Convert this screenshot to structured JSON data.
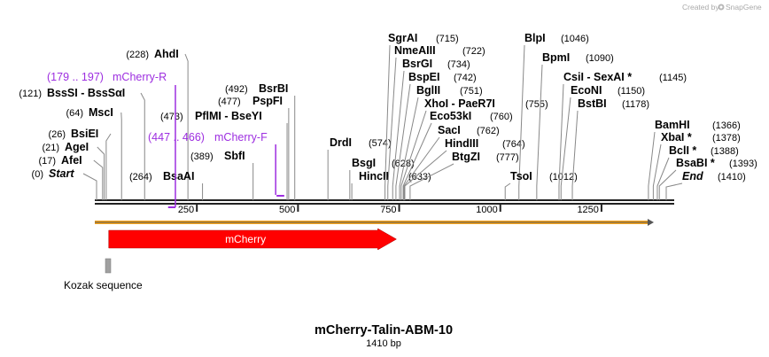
{
  "credit": {
    "prefix": "Created by",
    "brand": "SnapGene"
  },
  "plasmid": {
    "name": "mCherry-Talin-ABM-10",
    "length_label": "1410 bp",
    "length": 1410
  },
  "ruler": {
    "ticks": [
      250,
      500,
      750,
      1000,
      1250
    ]
  },
  "left_sites": [
    {
      "name": "Start",
      "pos": "(0)",
      "bp": 0,
      "italic": true
    },
    {
      "name": "AfeI",
      "pos": "(17)",
      "bp": 17
    },
    {
      "name": "AgeI",
      "pos": "(21)",
      "bp": 21
    },
    {
      "name": "BsiEI",
      "pos": "(26)",
      "bp": 26
    },
    {
      "name": "MscI",
      "pos": "(64)",
      "bp": 64
    },
    {
      "name": "BssSI  -  BssSαI",
      "pos": "(121)",
      "bp": 121
    },
    {
      "name": "AhdI",
      "pos": "(228)",
      "bp": 228
    }
  ],
  "mid_sites": [
    {
      "name": "BsaAI",
      "pos": "(264)",
      "bp": 264
    },
    {
      "name": "SbfI",
      "pos": "(389)",
      "bp": 389
    },
    {
      "name": "PflMI  -  BseYI",
      "pos": "(473)",
      "bp": 473
    },
    {
      "name": "PspFI",
      "pos": "(477)",
      "bp": 477
    },
    {
      "name": "BsrBI",
      "pos": "(492)",
      "bp": 492
    },
    {
      "name": "DrdI",
      "pos": "(574)",
      "bp": 574
    },
    {
      "name": "BsgI",
      "pos": "(628)",
      "bp": 628
    },
    {
      "name": "HincII",
      "pos": "(633)",
      "bp": 633
    }
  ],
  "cluster_sites": [
    {
      "name": "SgrAI",
      "pos": "(715)",
      "bp": 715
    },
    {
      "name": "NmeAIII",
      "pos": "(722)",
      "bp": 722
    },
    {
      "name": "BsrGI",
      "pos": "(734)",
      "bp": 734
    },
    {
      "name": "BspEI",
      "pos": "(742)",
      "bp": 742
    },
    {
      "name": "BglII",
      "pos": "(751)",
      "bp": 751
    },
    {
      "name": "XhoI  -  PaeR7I",
      "pos": "(755)",
      "bp": 755
    },
    {
      "name": "Eco53kI",
      "pos": "(760)",
      "bp": 760
    },
    {
      "name": "SacI",
      "pos": "(762)",
      "bp": 762
    },
    {
      "name": "HindIII",
      "pos": "(764)",
      "bp": 764
    },
    {
      "name": "BtgZI",
      "pos": "(777)",
      "bp": 777
    }
  ],
  "right_sites": [
    {
      "name": "BlpI",
      "pos": "(1046)",
      "bp": 1046
    },
    {
      "name": "BpmI",
      "pos": "(1090)",
      "bp": 1090
    },
    {
      "name": "TsoI",
      "pos": "(1012)",
      "bp": 1012
    },
    {
      "name": "CsiI  -  SexAI *",
      "pos": "(1145)",
      "bp": 1145
    },
    {
      "name": "EcoNI",
      "pos": "(1150)",
      "bp": 1150
    },
    {
      "name": "BstBI",
      "pos": "(1178)",
      "bp": 1178
    },
    {
      "name": "BamHI",
      "pos": "(1366)",
      "bp": 1366
    },
    {
      "name": "XbaI *",
      "pos": "(1378)",
      "bp": 1378
    },
    {
      "name": "BclI *",
      "pos": "(1388)",
      "bp": 1388
    },
    {
      "name": "BsaBI *",
      "pos": "(1393)",
      "bp": 1393
    },
    {
      "name": "End",
      "pos": "(1410)",
      "bp": 1410,
      "italic": true
    }
  ],
  "primers": [
    {
      "name": "mCherry-R",
      "range": "(179 .. 197)",
      "start": 179,
      "end": 197,
      "direction": "reverse"
    },
    {
      "name": "mCherry-F",
      "range": "(447 .. 466)",
      "start": 447,
      "end": 466,
      "direction": "forward"
    }
  ],
  "features": [
    {
      "name": "mCherry",
      "start": 30,
      "end": 741,
      "color": "#ff0000",
      "type": "arrow"
    },
    {
      "name": "Kozak sequence",
      "start": 21,
      "end": 30,
      "color": "#a0a0a0",
      "type": "box"
    }
  ],
  "colors": {
    "primer": "#9d2ee0",
    "orf": "#f4a21c",
    "backbone": "#222222"
  }
}
